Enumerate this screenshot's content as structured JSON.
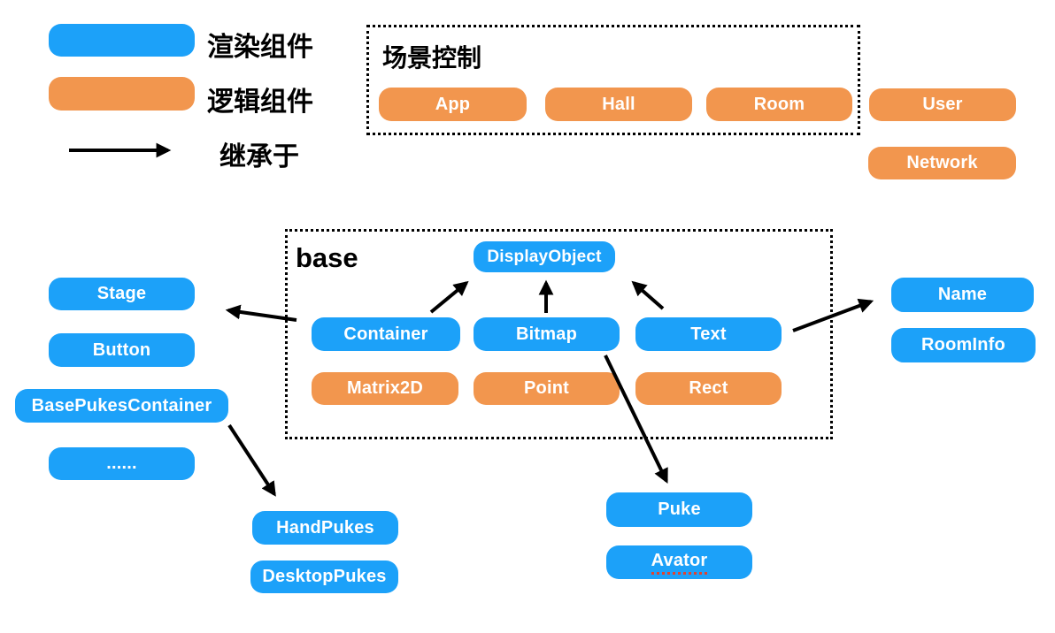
{
  "colors": {
    "render_blue": "#1CA1F9",
    "logic_orange": "#F2964E",
    "arrow_black": "#000000",
    "spellcheck_red": "#E0432F"
  },
  "legend": {
    "render_label": "渲染组件",
    "logic_label": "逻辑组件",
    "inherit_label": "继承于"
  },
  "scene_control_group": {
    "title": "场景控制",
    "nodes": {
      "app": {
        "label": "App",
        "type": "logic"
      },
      "hall": {
        "label": "Hall",
        "type": "logic"
      },
      "room": {
        "label": "Room",
        "type": "logic"
      }
    }
  },
  "base_group": {
    "title": "base",
    "nodes": {
      "display_object": {
        "label": "DisplayObject",
        "type": "render"
      },
      "container": {
        "label": "Container",
        "type": "render"
      },
      "bitmap": {
        "label": "Bitmap",
        "type": "render"
      },
      "text": {
        "label": "Text",
        "type": "render"
      },
      "matrix2d": {
        "label": "Matrix2D",
        "type": "logic"
      },
      "point": {
        "label": "Point",
        "type": "logic"
      },
      "rect": {
        "label": "Rect",
        "type": "logic"
      }
    }
  },
  "nodes": {
    "user": {
      "label": "User",
      "type": "logic"
    },
    "network": {
      "label": "Network",
      "type": "logic"
    },
    "stage": {
      "label": "Stage",
      "type": "render"
    },
    "button": {
      "label": "Button",
      "type": "render"
    },
    "base_pukes_container": {
      "label": "BasePukesContainer",
      "type": "render"
    },
    "more": {
      "label": "......",
      "type": "render"
    },
    "hand_pukes": {
      "label": "HandPukes",
      "type": "render"
    },
    "desktop_pukes": {
      "label": "DesktopPukes",
      "type": "render"
    },
    "puke": {
      "label": "Puke",
      "type": "render"
    },
    "avator": {
      "label": "Avator",
      "type": "render"
    },
    "name": {
      "label": "Name",
      "type": "render"
    },
    "room_info": {
      "label": "RoomInfo",
      "type": "render"
    }
  },
  "edges": [
    {
      "tail": "Container",
      "head": "DisplayObject"
    },
    {
      "tail": "Bitmap",
      "head": "DisplayObject"
    },
    {
      "tail": "Text",
      "head": "DisplayObject"
    },
    {
      "tail": "Container",
      "head": "Stage"
    },
    {
      "tail": "Text",
      "head": "Name"
    },
    {
      "tail": "BasePukesContainer",
      "head": "HandPukes"
    },
    {
      "tail": "Bitmap",
      "head": "Puke"
    }
  ]
}
